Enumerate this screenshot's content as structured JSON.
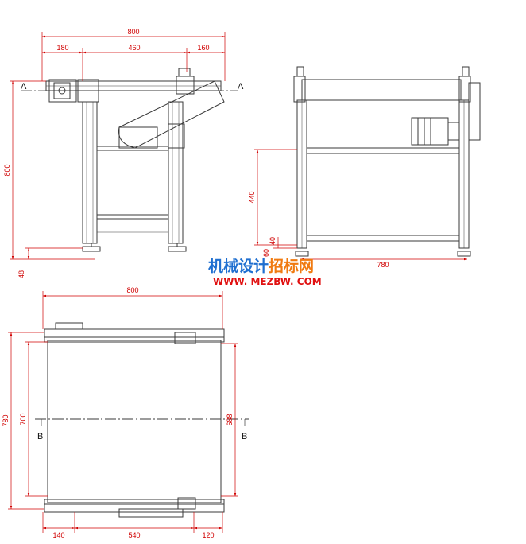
{
  "dimensions": {
    "front_total_width": "800",
    "front_left_offset": "180",
    "front_mid_span": "460",
    "front_right_offset": "160",
    "front_height": "800",
    "front_foot": "48",
    "side_lower_height": "440",
    "side_small_a": "60",
    "side_small_b": "40",
    "side_width": "780",
    "top_total_width": "800",
    "top_outer_height": "780",
    "top_inner_height": "700",
    "top_belt_height": "688",
    "top_left_offset": "140",
    "top_mid_span": "540",
    "top_right_offset": "120"
  },
  "section_labels": {
    "a_left": "A",
    "a_right": "A",
    "b_left": "B",
    "b_right": "B"
  },
  "watermark": {
    "line1_blue": "机械设计",
    "line1_orange": "招标网",
    "line2": "WWW. MEZBW. COM"
  },
  "colors": {
    "line": "#3a3a3a",
    "dimension": "#d00000",
    "watermark_blue": "#1f6fd0",
    "watermark_orange": "#f07a10",
    "watermark_red": "#e01010"
  }
}
